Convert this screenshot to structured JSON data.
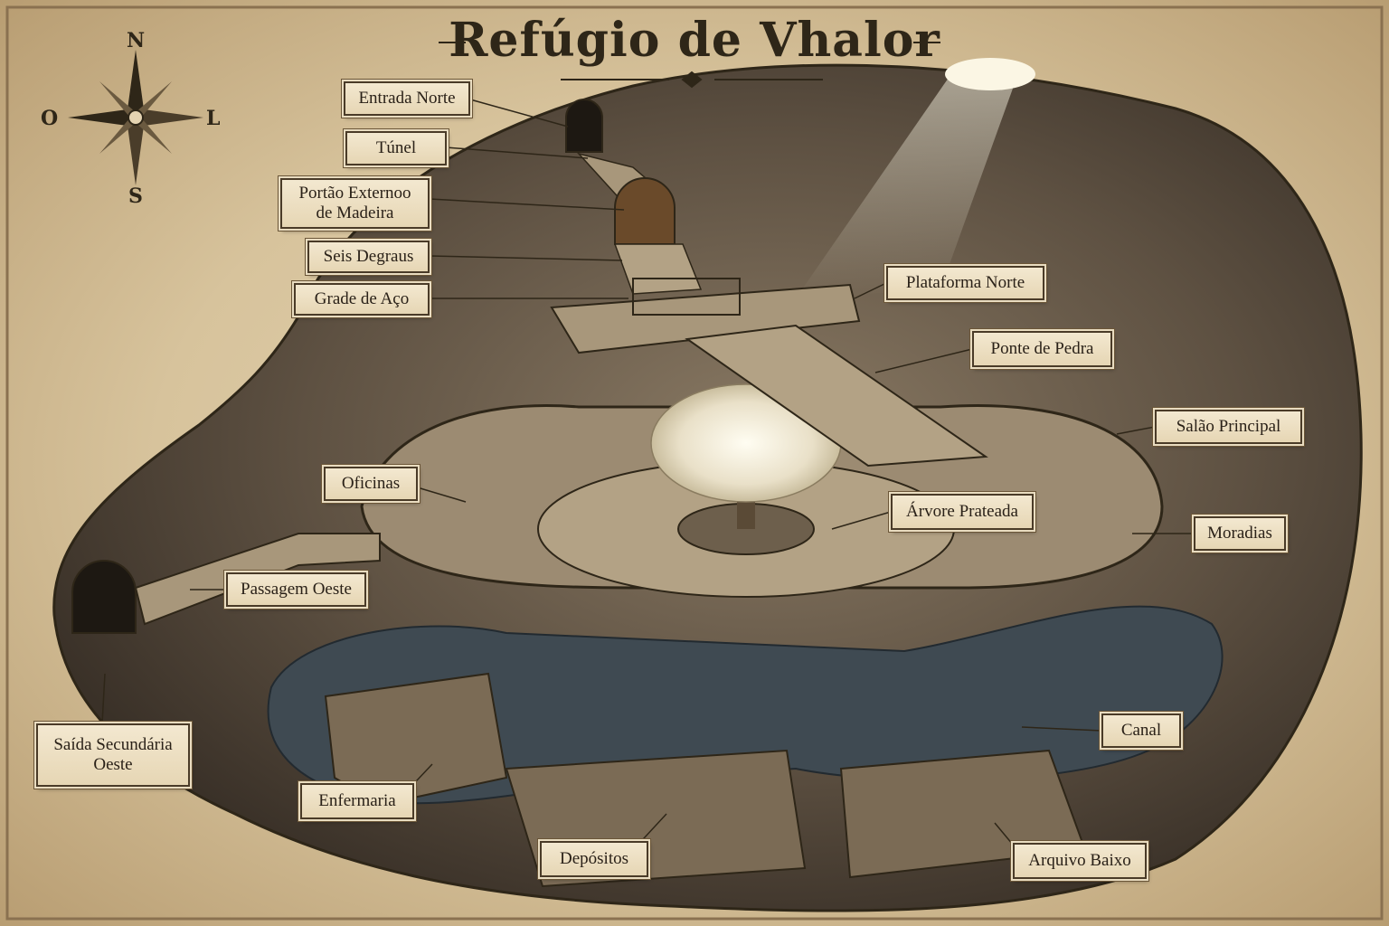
{
  "title": "Refúgio de Vhalor",
  "compass": {
    "north": "N",
    "south": "S",
    "east": "L",
    "west": "O"
  },
  "labels": {
    "entrada_norte": "Entrada Norte",
    "tunel": "Túnel",
    "portao_line1": "Portão Externoo",
    "portao_line2": "de Madeira",
    "seis_degraus": "Seis Degraus",
    "grade_aco": "Grade de Aço",
    "plataforma_norte": "Plataforma Norte",
    "ponte_pedra": "Ponte de Pedra",
    "salao_principal": "Salão Principal",
    "oficinas": "Oficinas",
    "arvore_prateada": "Árvore Prateada",
    "moradias": "Moradias",
    "passagem_oeste": "Passagem Oeste",
    "saida_line1": "Saída Secundária",
    "saida_line2": "Oeste",
    "canal": "Canal",
    "enfermaria": "Enfermaria",
    "depositos": "Depósitos",
    "arquivo_baixo": "Arquivo Baixo"
  },
  "colors": {
    "parchment": "#e4d3b1",
    "rock": "#5e5142",
    "stone": "#9c8b72",
    "water": "#3f4a52",
    "ink": "#2e2618",
    "tree": "#f1ead8"
  }
}
